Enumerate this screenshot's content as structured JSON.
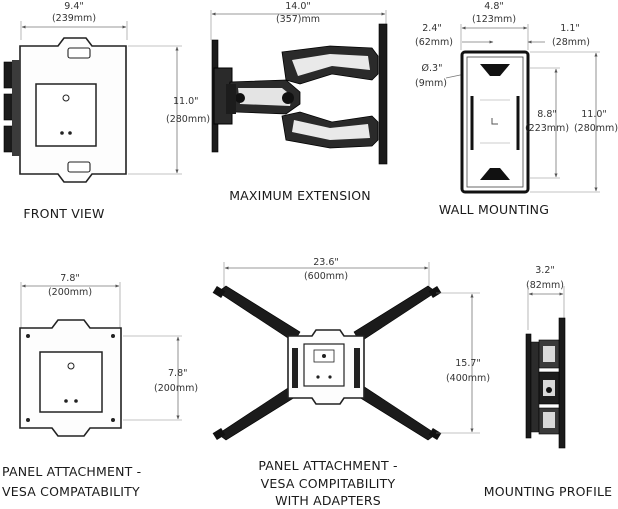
{
  "views": {
    "front_view": {
      "caption": "FRONT VIEW",
      "width_in": "9.4\"",
      "width_mm": "(239mm)",
      "height_in": "11.0\"",
      "height_mm": "(280mm)"
    },
    "max_extension": {
      "caption": "MAXIMUM EXTENSION",
      "width_in": "14.0\"",
      "width_mm": "(357)mm"
    },
    "wall_mounting": {
      "caption": "WALL MOUNTING",
      "width_in": "4.8\"",
      "width_mm": "(123mm)",
      "left_offset_in": "2.4\"",
      "left_offset_mm": "(62mm)",
      "right_offset_in": "1.1\"",
      "right_offset_mm": "(28mm)",
      "hole_in": "Ø.3\"",
      "hole_mm": "(9mm)",
      "slot_height_in": "8.8\"",
      "slot_height_mm": "(223mm)",
      "height_in": "11.0\"",
      "height_mm": "(280mm)"
    },
    "panel_vesa": {
      "caption_line1": "PANEL ATTACHMENT -",
      "caption_line2": "VESA COMPATABILITY",
      "width_in": "7.8\"",
      "width_mm": "(200mm)",
      "height_in": "7.8\"",
      "height_mm": "(200mm)"
    },
    "panel_adapters": {
      "caption_line1": "PANEL ATTACHMENT -",
      "caption_line2": "VESA COMPITABILITY",
      "caption_line3": "WITH ADAPTERS",
      "width_in": "23.6\"",
      "width_mm": "(600mm)",
      "height_in": "15.7\"",
      "height_mm": "(400mm)"
    },
    "mounting_profile": {
      "caption": "MOUNTING PROFILE",
      "depth_in": "3.2\"",
      "depth_mm": "(82mm)"
    }
  }
}
